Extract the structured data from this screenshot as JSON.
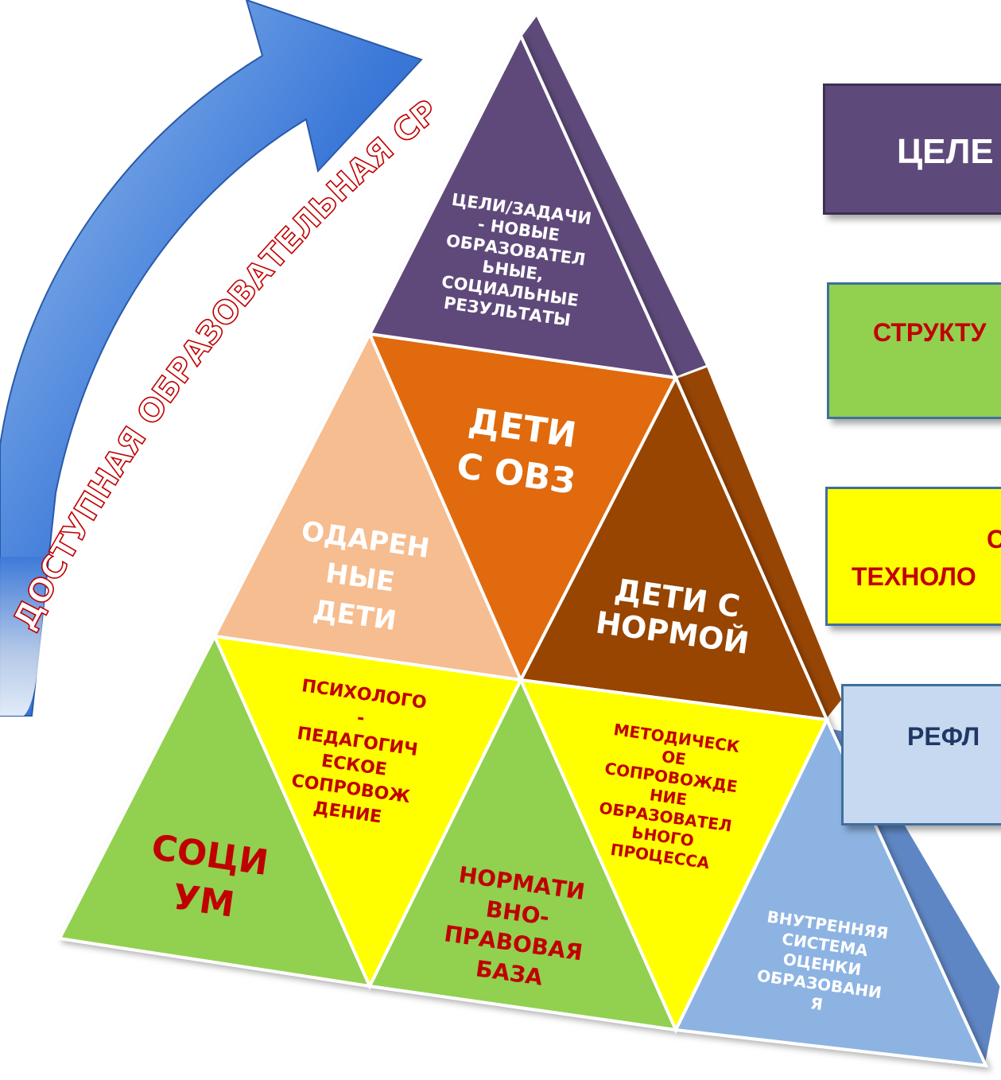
{
  "diagram": {
    "arc_label": "ДОСТУПНАЯ ОБРАЗОВАТЕЛЬНАЯ СРЕДА",
    "top": {
      "lines": [
        "ЦЕЛИ/ЗАДАЧИ",
        "- НОВЫЕ",
        "ОБРАЗОВАТЕЛ",
        "ЬНЫЕ,",
        "СОЦИАЛЬНЫЕ",
        "РЕЗУЛЬТАТЫ"
      ],
      "color": "#5e4a7a"
    },
    "middle": {
      "gifted": {
        "lines": [
          "ОДАРЕН",
          "НЫЕ",
          "ДЕТИ"
        ],
        "color": "#f6bd90"
      },
      "ovz": {
        "lines": [
          "ДЕТИ",
          "С ОВЗ"
        ],
        "color": "#e06a0c"
      },
      "norm": {
        "lines": [
          "ДЕТИ С",
          "НОРМОЙ"
        ],
        "color": "#974504"
      }
    },
    "bottom": {
      "socium": {
        "lines": [
          "СОЦИ",
          "УМ"
        ],
        "color": "#92d050"
      },
      "psych": {
        "lines": [
          "ПСИХОЛОГО",
          "-",
          "ПЕДАГОГИЧ",
          "ЕСКОЕ",
          "СОПРОВОЖ",
          "ДЕНИЕ"
        ],
        "color": "#ffff00"
      },
      "legal": {
        "lines": [
          "НОРМАТИ",
          "ВНО-",
          "ПРАВОВАЯ",
          "БАЗА"
        ],
        "color": "#92d050"
      },
      "method": {
        "lines": [
          "МЕТОДИЧЕСК",
          "ОЕ",
          "СОПРОВОЖДЕ",
          "НИЕ",
          "ОБРАЗОВАТЕЛ",
          "ЬНОГО",
          "ПРОЦЕССА"
        ],
        "color": "#ffff00"
      },
      "assess": {
        "lines": [
          "ВНУТРЕННЯЯ",
          "СИСТЕМА",
          "ОЦЕНКИ",
          "ОБРАЗОВАНИ",
          "Я"
        ],
        "color": "#8db3e2"
      }
    }
  },
  "legend": [
    {
      "text": "ЦЕЛЕ",
      "color": "#5e4a7a",
      "text_color": "#ffffff"
    },
    {
      "text": "СТРУКТУ",
      "color": "#92d050",
      "text_color": "#c00000"
    },
    {
      "text": "С",
      "text2": "ТЕХНОЛО",
      "color": "#ffff00",
      "text_color": "#c00000"
    },
    {
      "text": "РЕФЛ",
      "color": "#c6d9f1",
      "text_color": "#1f3864"
    }
  ],
  "colors": {
    "arrow": "#3b78d8",
    "arrow_light": "#9cc2ef"
  },
  "icons": [
    "curved-arrow-icon"
  ]
}
